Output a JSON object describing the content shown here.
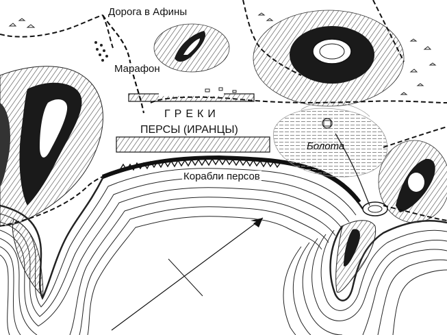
{
  "map": {
    "road_label": "Дорога в Афины",
    "town_label": "Марафон",
    "greeks_label": "ГРЕКИ",
    "persians_label": "ПЕРСЫ (ИРАНЦЫ)",
    "marsh_label": "Болота",
    "ships_label": "Корабли персов"
  },
  "colors": {
    "ink": "#111111",
    "paper": "#ffffff",
    "hatch": "#555555",
    "marsh": "#bdbdbd"
  }
}
